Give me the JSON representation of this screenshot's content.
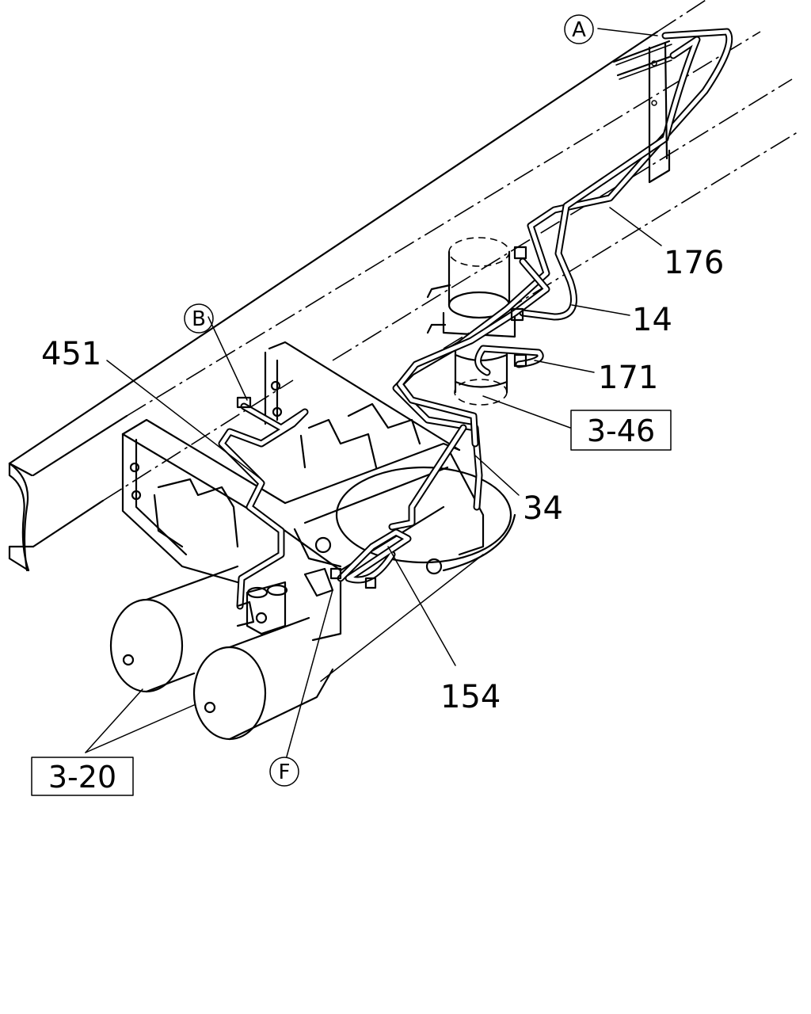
{
  "callouts": {
    "a": "A",
    "b": "B",
    "f": "F"
  },
  "part_numbers": {
    "p176": "176",
    "p14": "14",
    "p171": "171",
    "p451": "451",
    "p34": "34",
    "p154": "154"
  },
  "reference_boxes": {
    "r346": "3-46",
    "r320": "3-20"
  }
}
